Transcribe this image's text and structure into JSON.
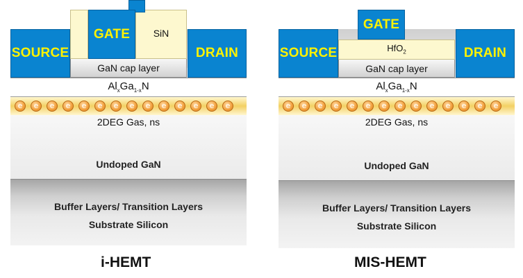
{
  "devices": [
    {
      "name": "i-HEMT",
      "source": "SOURCE",
      "drain": "DRAIN",
      "gate": "GATE",
      "passivation": "SiN",
      "cap_layer": "GaN cap layer",
      "barrier": {
        "base": "Al",
        "sub1": "x",
        "mid": "Ga",
        "sub2": "1-x",
        "end": "N"
      },
      "twodeg": "2DEG Gas, ns",
      "electron_symbol": "e",
      "undoped": "Undoped GaN",
      "buffer": "Buffer Layers/ Transition Layers",
      "substrate": "Substrate Silicon"
    },
    {
      "name": "MIS-HEMT",
      "source": "SOURCE",
      "drain": "DRAIN",
      "gate": "GATE",
      "dielectric": {
        "base": "HfO",
        "sub": "2"
      },
      "cap_layer": "GaN cap layer",
      "barrier": {
        "base": "Al",
        "sub1": "x",
        "mid": "Ga",
        "sub2": "1-x",
        "end": "N"
      },
      "twodeg": "2DEG Gas, ns",
      "electron_symbol": "e",
      "undoped": "Undoped GaN",
      "buffer": "Buffer Layers/ Transition Layers",
      "substrate": "Substrate Silicon"
    }
  ],
  "colors": {
    "metal": "#0a84d0",
    "metal_text": "#fff200",
    "electron": "#f2a03c",
    "twodeg_band": "#f3d064",
    "dielectric": "#fdf8cf"
  }
}
